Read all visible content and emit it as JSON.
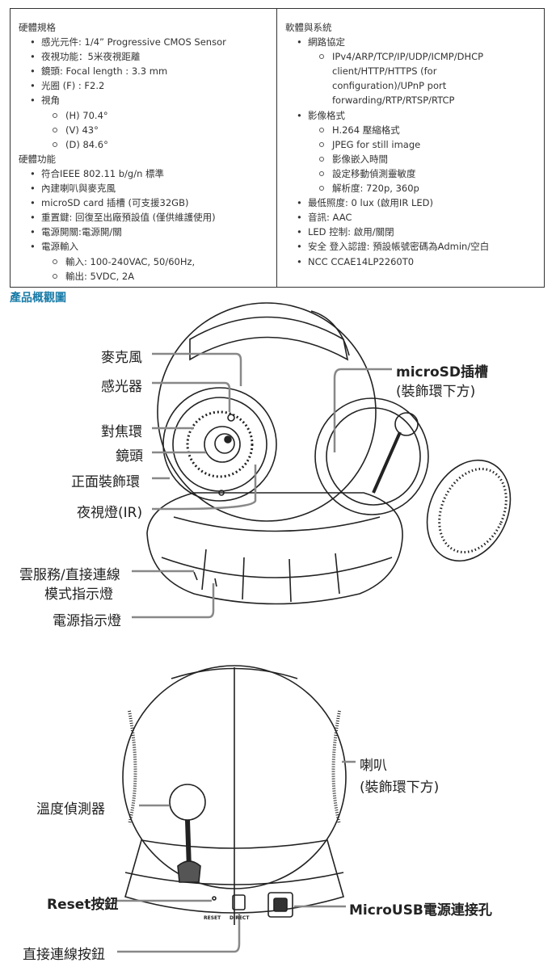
{
  "hardware_specs": {
    "heading": "硬體規格",
    "items": [
      {
        "text": "感光元件: 1/4” Progressive CMOS Sensor"
      },
      {
        "text": "夜視功能：5米夜視距離"
      },
      {
        "text": "鏡頭:  Focal length : 3.3 mm"
      },
      {
        "text": "光圈 (F) : F2.2"
      },
      {
        "text": "視角",
        "sub": [
          "(H) 70.4°",
          "(V) 43°",
          "(D) 84.6°"
        ]
      }
    ]
  },
  "hardware_features": {
    "heading": "硬體功能",
    "items": [
      {
        "text": "符合IEEE 802.11 b/g/n 標準"
      },
      {
        "text": "內建喇叭與麥克風"
      },
      {
        "text": "microSD card 插槽 (可支援32GB)"
      },
      {
        "text": "重置鍵: 回復至出廠預設值 (僅供維護使用)"
      },
      {
        "text": "電源開關:電源開/關"
      },
      {
        "text": "電源輸入",
        "sub": [
          "輸入: 100-240VAC, 50/60Hz,",
          "輸出: 5VDC, 2A"
        ]
      }
    ]
  },
  "software": {
    "heading": "軟體與系統",
    "items": [
      {
        "text": "網路協定",
        "sub": [
          "IPv4/ARP/TCP/IP/UDP/ICMP/DHCP client/HTTP/HTTPS (for configuration)/UPnP port forwarding/RTP/RTSP/RTCP"
        ]
      },
      {
        "text": "影像格式",
        "sub": [
          "H.264 壓縮格式",
          "JPEG for still image",
          "影像嵌入時間",
          "設定移動偵測靈敏度",
          "解析度: 720p, 360p"
        ]
      },
      {
        "text": "最低照度: 0 lux (啟用IR LED)"
      },
      {
        "text": "音訊: AAC"
      },
      {
        "text": "LED 控制: 啟用/關閉"
      },
      {
        "text": "安全 登入認證: 預設帳號密碼為Admin/空白"
      },
      {
        "text": "NCC CCAE14LP2260T0"
      }
    ]
  },
  "overview_title": "產品概觀圖",
  "front_labels": {
    "microphone": "麥克風",
    "light_sensor": "感光器",
    "focus_ring": "對焦環",
    "lens": "鏡頭",
    "front_ring": "正面裝飾環",
    "ir_led": "夜視燈(IR)",
    "cloud_led_1": "雲服務/直接連線",
    "cloud_led_2": "模式指示燈",
    "power_led": "電源指示燈",
    "microsd_1": "microSD插槽",
    "microsd_2": "(裝飾環下方)"
  },
  "back_labels": {
    "speaker_1": "喇叭",
    "speaker_2": "(裝飾環下方)",
    "temp_sensor": "溫度偵測器",
    "reset_button": "Reset按鈕",
    "microusb": "MicroUSB電源連接孔",
    "direct_button": "直接連線按鈕",
    "print_reset": "RESET",
    "print_direct": "DIRECT"
  }
}
